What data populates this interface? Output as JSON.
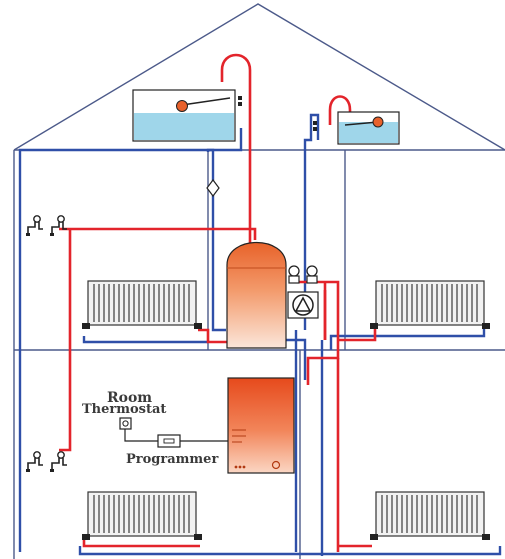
{
  "labels": {
    "room": "Room",
    "thermostat": "Thermostat",
    "programmer": "Programmer"
  },
  "colors": {
    "hot_pipe": "#e3242b",
    "cold_pipe": "#2f4fa8",
    "wall_line": "#4c5a8a",
    "outline": "#222222",
    "tank_water": "#9fd6ea",
    "cylinder_top": "#e8622a",
    "cylinder_bottom": "#fbe6da",
    "boiler_top": "#e64a1c",
    "boiler_bottom": "#fbd7c4",
    "ball_float": "#e8612b",
    "radiator_fill": "#f2f2f2",
    "label_text": "#3a3a3a"
  },
  "icons": [
    "tap-icon",
    "pump-icon",
    "ball-float-icon",
    "valve-icon",
    "thermostat-icon",
    "programmer-icon"
  ]
}
